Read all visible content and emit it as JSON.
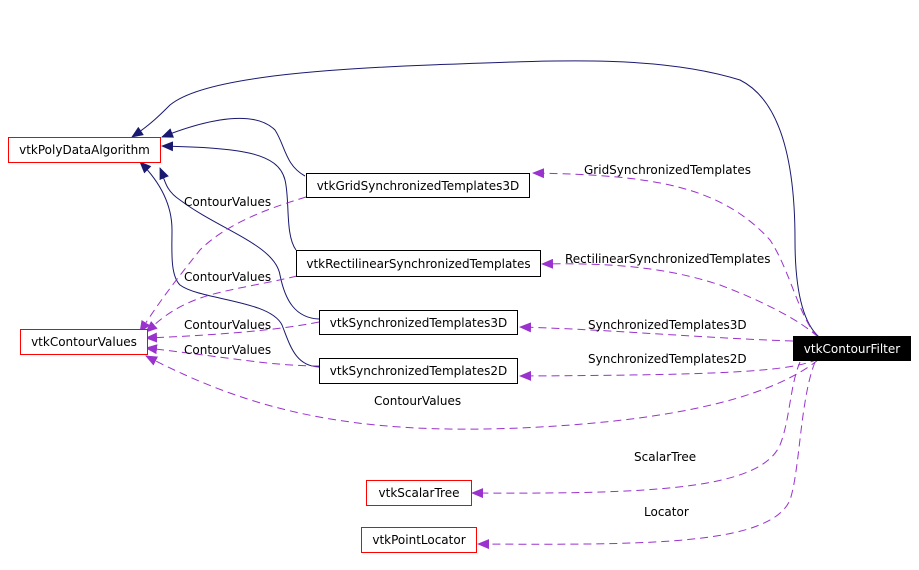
{
  "colors": {
    "inherit_edge": "#191970",
    "usage_edge": "#9a32cd",
    "node_border_red": "#ff0000",
    "node_border_black": "#000000",
    "focus_fill": "#000000",
    "focus_text": "#ffffff"
  },
  "nodes": {
    "poly_data_algorithm": "vtkPolyDataAlgorithm",
    "contour_values": "vtkContourValues",
    "grid_sync_templates_3d": "vtkGridSynchronizedTemplates3D",
    "rectilinear_sync_templates": "vtkRectilinearSynchronizedTemplates",
    "sync_templates_3d": "vtkSynchronizedTemplates3D",
    "sync_templates_2d": "vtkSynchronizedTemplates2D",
    "contour_filter": "vtkContourFilter",
    "scalar_tree": "vtkScalarTree",
    "point_locator": "vtkPointLocator"
  },
  "edge_labels": {
    "grid_sync_templates": "GridSynchronizedTemplates",
    "rectilinear_sync_templates": "RectilinearSynchronizedTemplates",
    "sync_templates_3d": "SynchronizedTemplates3D",
    "sync_templates_2d": "SynchronizedTemplates2D",
    "contour_values_grid": "ContourValues",
    "contour_values_rect": "ContourValues",
    "contour_values_st3d": "ContourValues",
    "contour_values_st2d": "ContourValues",
    "contour_values_filter": "ContourValues",
    "scalar_tree": "ScalarTree",
    "locator": "Locator"
  }
}
